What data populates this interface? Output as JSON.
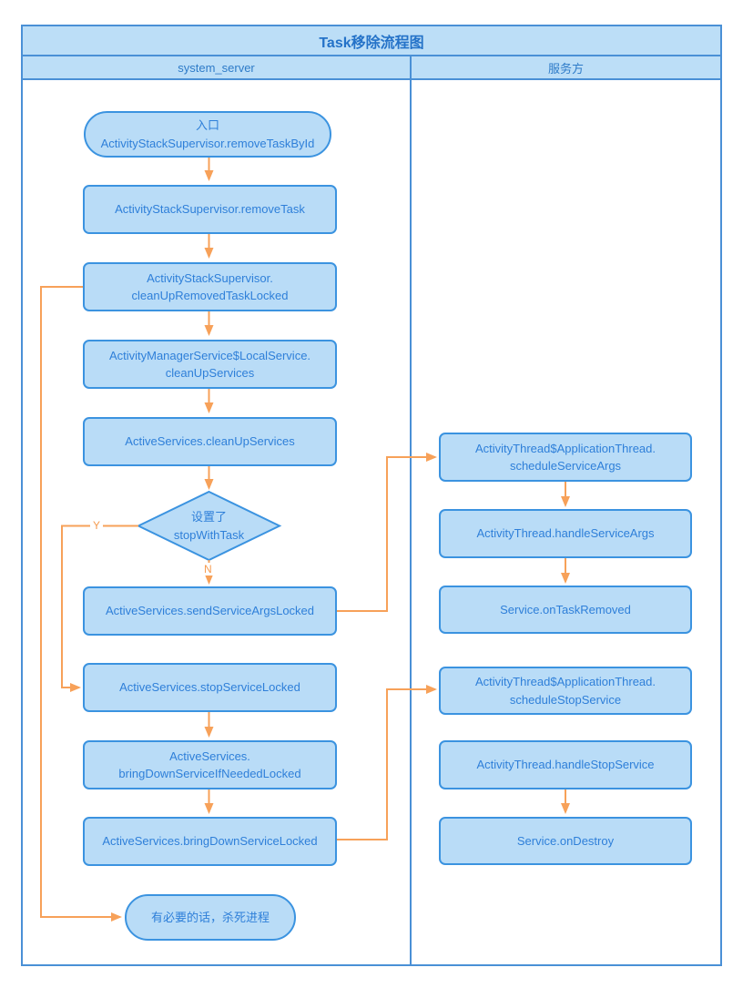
{
  "title": "Task移除流程图",
  "lanes": {
    "left": "system_server",
    "right": "服务方"
  },
  "decision": {
    "yes_label": "Y",
    "no_label": "N"
  },
  "colors": {
    "node_fill": "#b9dcf7",
    "node_border": "#3b93e0",
    "node_text": "#2e7fd9",
    "frame_border": "#4a90d6",
    "header_fill": "#bcdef7",
    "title_text": "#2472c8",
    "arrow": "#f7a159"
  },
  "nodes": {
    "entry": "入口\nActivityStackSupervisor.removeTaskById",
    "remove_task": "ActivityStackSupervisor.removeTask",
    "cleanup_removed_task": "ActivityStackSupervisor.\ncleanUpRemovedTaskLocked",
    "ams_cleanup_services": "ActivityManagerService$LocalService.\ncleanUpServices",
    "as_cleanup_services": "ActiveServices.cleanUpServices",
    "decision_stop_with_task": "设置了\nstopWithTask",
    "send_service_args": "ActiveServices.sendServiceArgsLocked",
    "stop_service": "ActiveServices.stopServiceLocked",
    "bring_down_if_needed": "ActiveServices.\nbringDownServiceIfNeededLocked",
    "bring_down": "ActiveServices.bringDownServiceLocked",
    "kill_process": "有必要的话，杀死进程",
    "schedule_service_args": "ActivityThread$ApplicationThread.\nscheduleServiceArgs",
    "handle_service_args": "ActivityThread.handleServiceArgs",
    "on_task_removed": "Service.onTaskRemoved",
    "schedule_stop_service": "ActivityThread$ApplicationThread.\nscheduleStopService",
    "handle_stop_service": "ActivityThread.handleStopService",
    "on_destroy": "Service.onDestroy"
  }
}
